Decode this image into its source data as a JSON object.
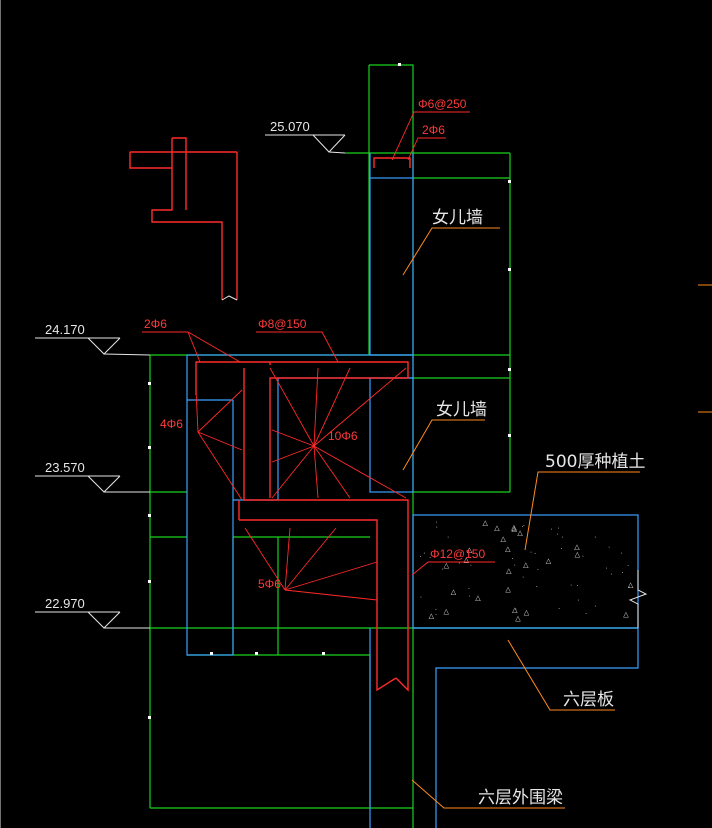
{
  "elevations": [
    "25.070",
    "24.170",
    "23.570",
    "22.970"
  ],
  "rebar_labels": {
    "top_stirrup": "Φ6@250",
    "top_bars": "2Φ6",
    "upper_beam_bars": "2Φ6",
    "upper_stirrup": "Φ8@150",
    "left_bars": "4Φ6",
    "center_bars": "10Φ6",
    "lower_bars": "5Φ6",
    "vertical_bars": "Φ12@150"
  },
  "callouts": {
    "parapet_upper": "女儿墙",
    "parapet_lower": "女儿墙",
    "soil": "500厚种植土",
    "slab": "六层板",
    "perimeter_beam": "六层外围梁"
  },
  "colors": {
    "background": "#000000",
    "outline": "#19d21e",
    "concrete": "#3aa0ff",
    "rebar": "#ff2a2a",
    "text": "#e6e6e6"
  }
}
